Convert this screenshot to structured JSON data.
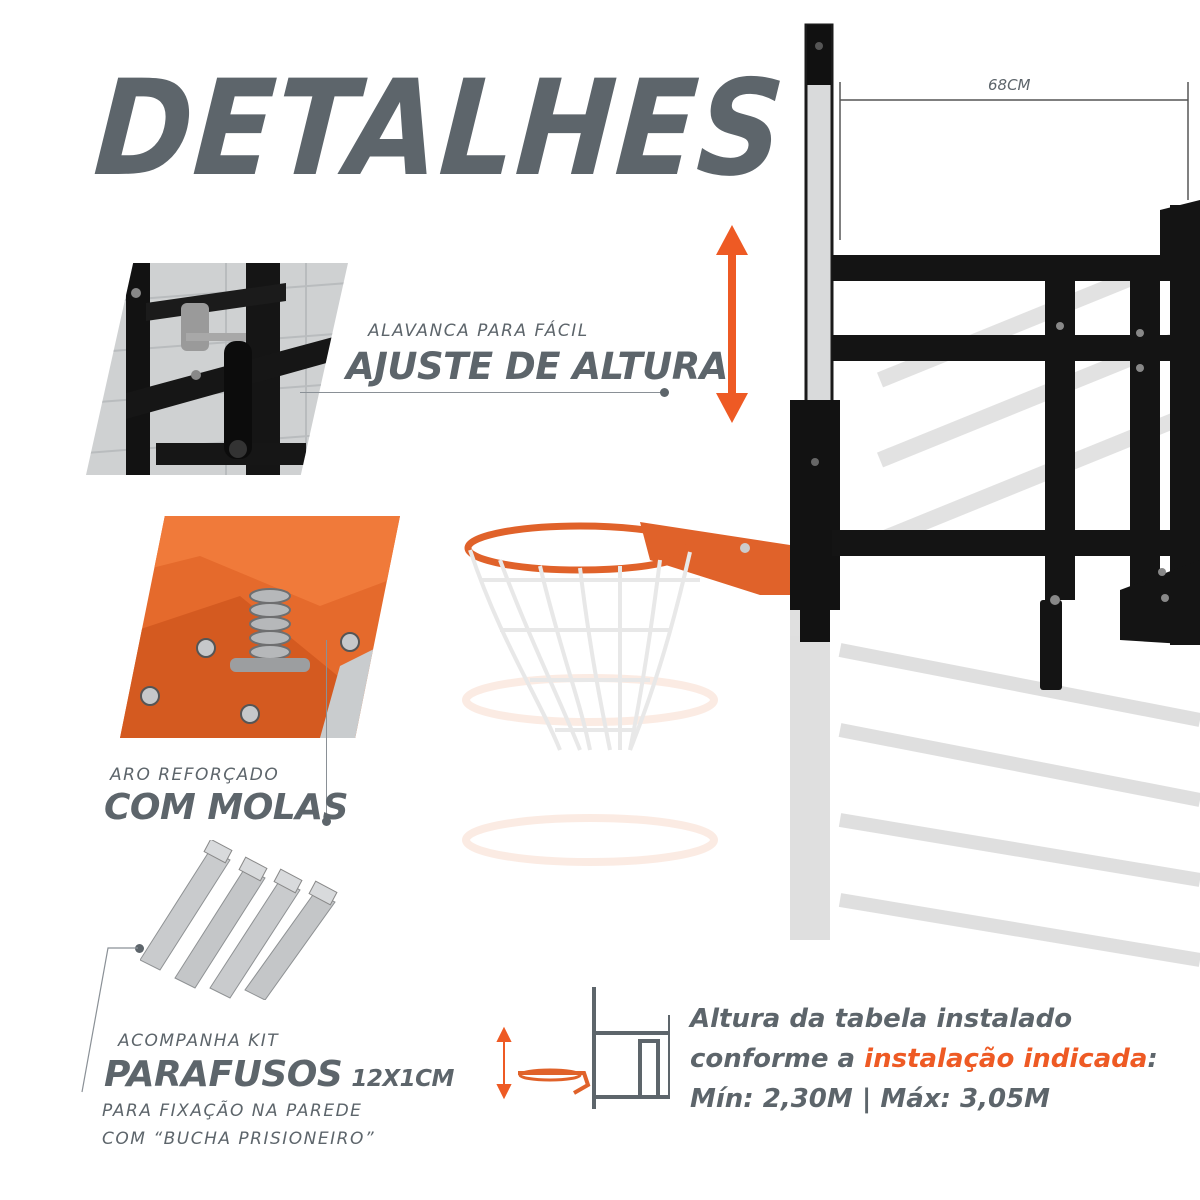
{
  "title": "DETALHES",
  "features": {
    "height_adjust": {
      "small": "ALAVANCA PARA FÁCIL",
      "big": "AJUSTE DE ALTURA"
    },
    "rim": {
      "small": "ARO REFORÇADO",
      "big": "COM MOLAS"
    },
    "kit": {
      "small": "ACOMPANHA KIT",
      "big": "PARAFUSOS",
      "size": "12X1CM",
      "line1": "PARA FIXAÇÃO NA PAREDE",
      "line2": "COM “BUCHA PRISIONEIRO”"
    }
  },
  "dimension": "68CM",
  "install": {
    "line1": "Altura da tabela instalado",
    "line2_prefix": "conforme a ",
    "line2_highlight": "instalação indicada",
    "line2_suffix": ":",
    "line3": "Mín: 2,30M | Máx: 3,05M"
  },
  "colors": {
    "accent": "#ee5a24",
    "text_gray": "#5d656b",
    "frame_black": "#111111",
    "rim_orange": "#e0622a"
  },
  "icons": [
    "up-down-arrow-icon",
    "height-diagram-icon"
  ]
}
